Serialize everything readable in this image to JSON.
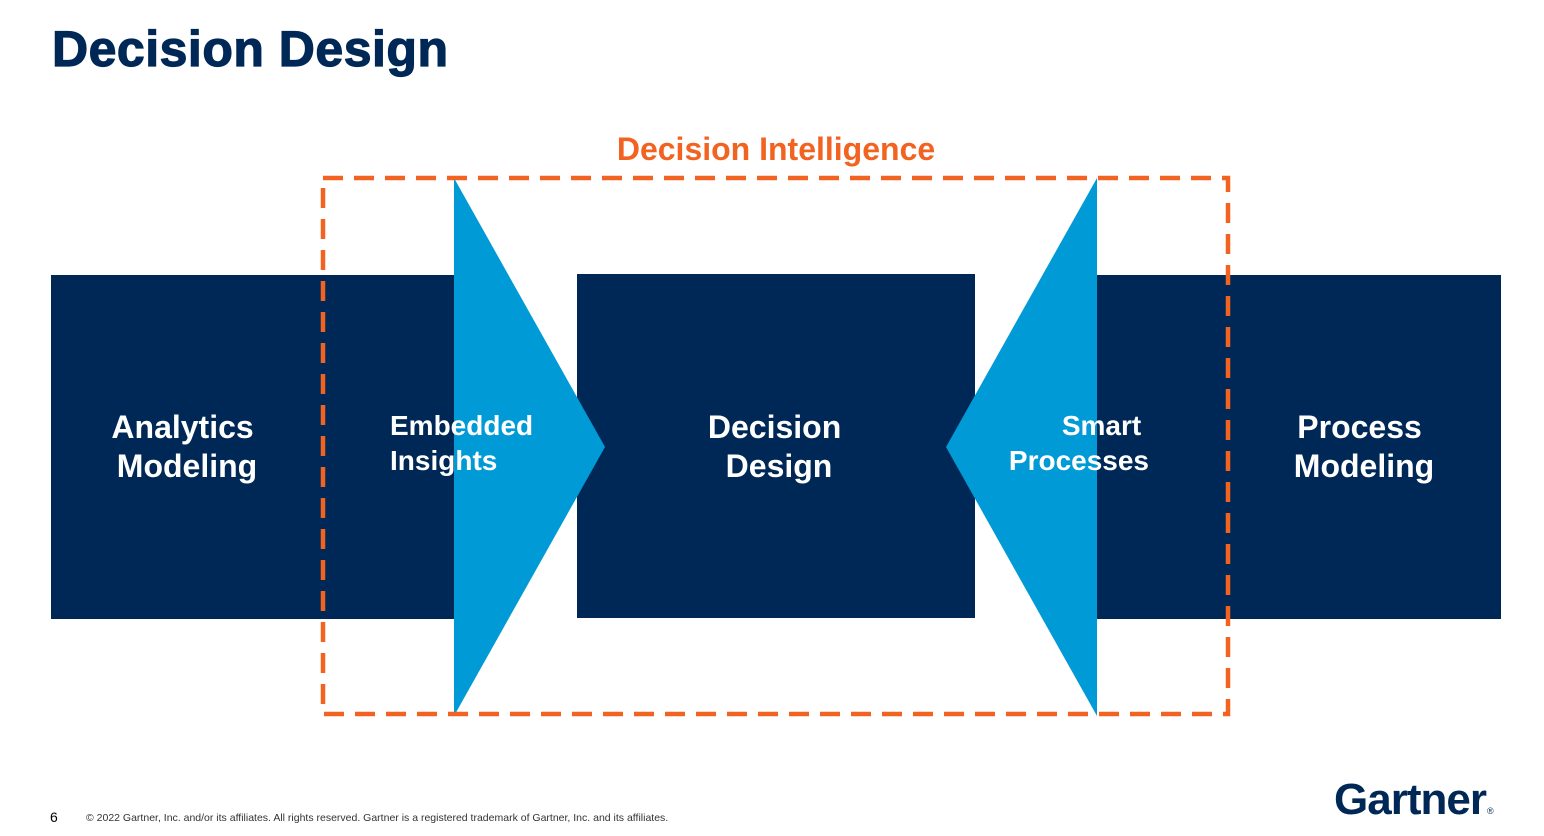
{
  "title": "Decision Design",
  "colors": {
    "navy": "#002856",
    "blue": "#009ad6",
    "orange": "#f26322",
    "white": "#ffffff"
  },
  "diagram": {
    "frame_label": "Decision Intelligence",
    "blocks": {
      "left_outer": [
        "Analytics",
        "Modeling"
      ],
      "left_inner": [
        "Embedded",
        "Insights"
      ],
      "center": [
        "Decision",
        "Design"
      ],
      "right_inner": [
        "Smart",
        "Processes"
      ],
      "right_outer": [
        "Process",
        "Modeling"
      ]
    }
  },
  "footer": {
    "page_number": "6",
    "copyright": "© 2022 Gartner, Inc. and/or its affiliates. All rights reserved. Gartner is a registered trademark of Gartner, Inc. and its affiliates.",
    "logo_text": "Gartner",
    "logo_mark": "®"
  }
}
